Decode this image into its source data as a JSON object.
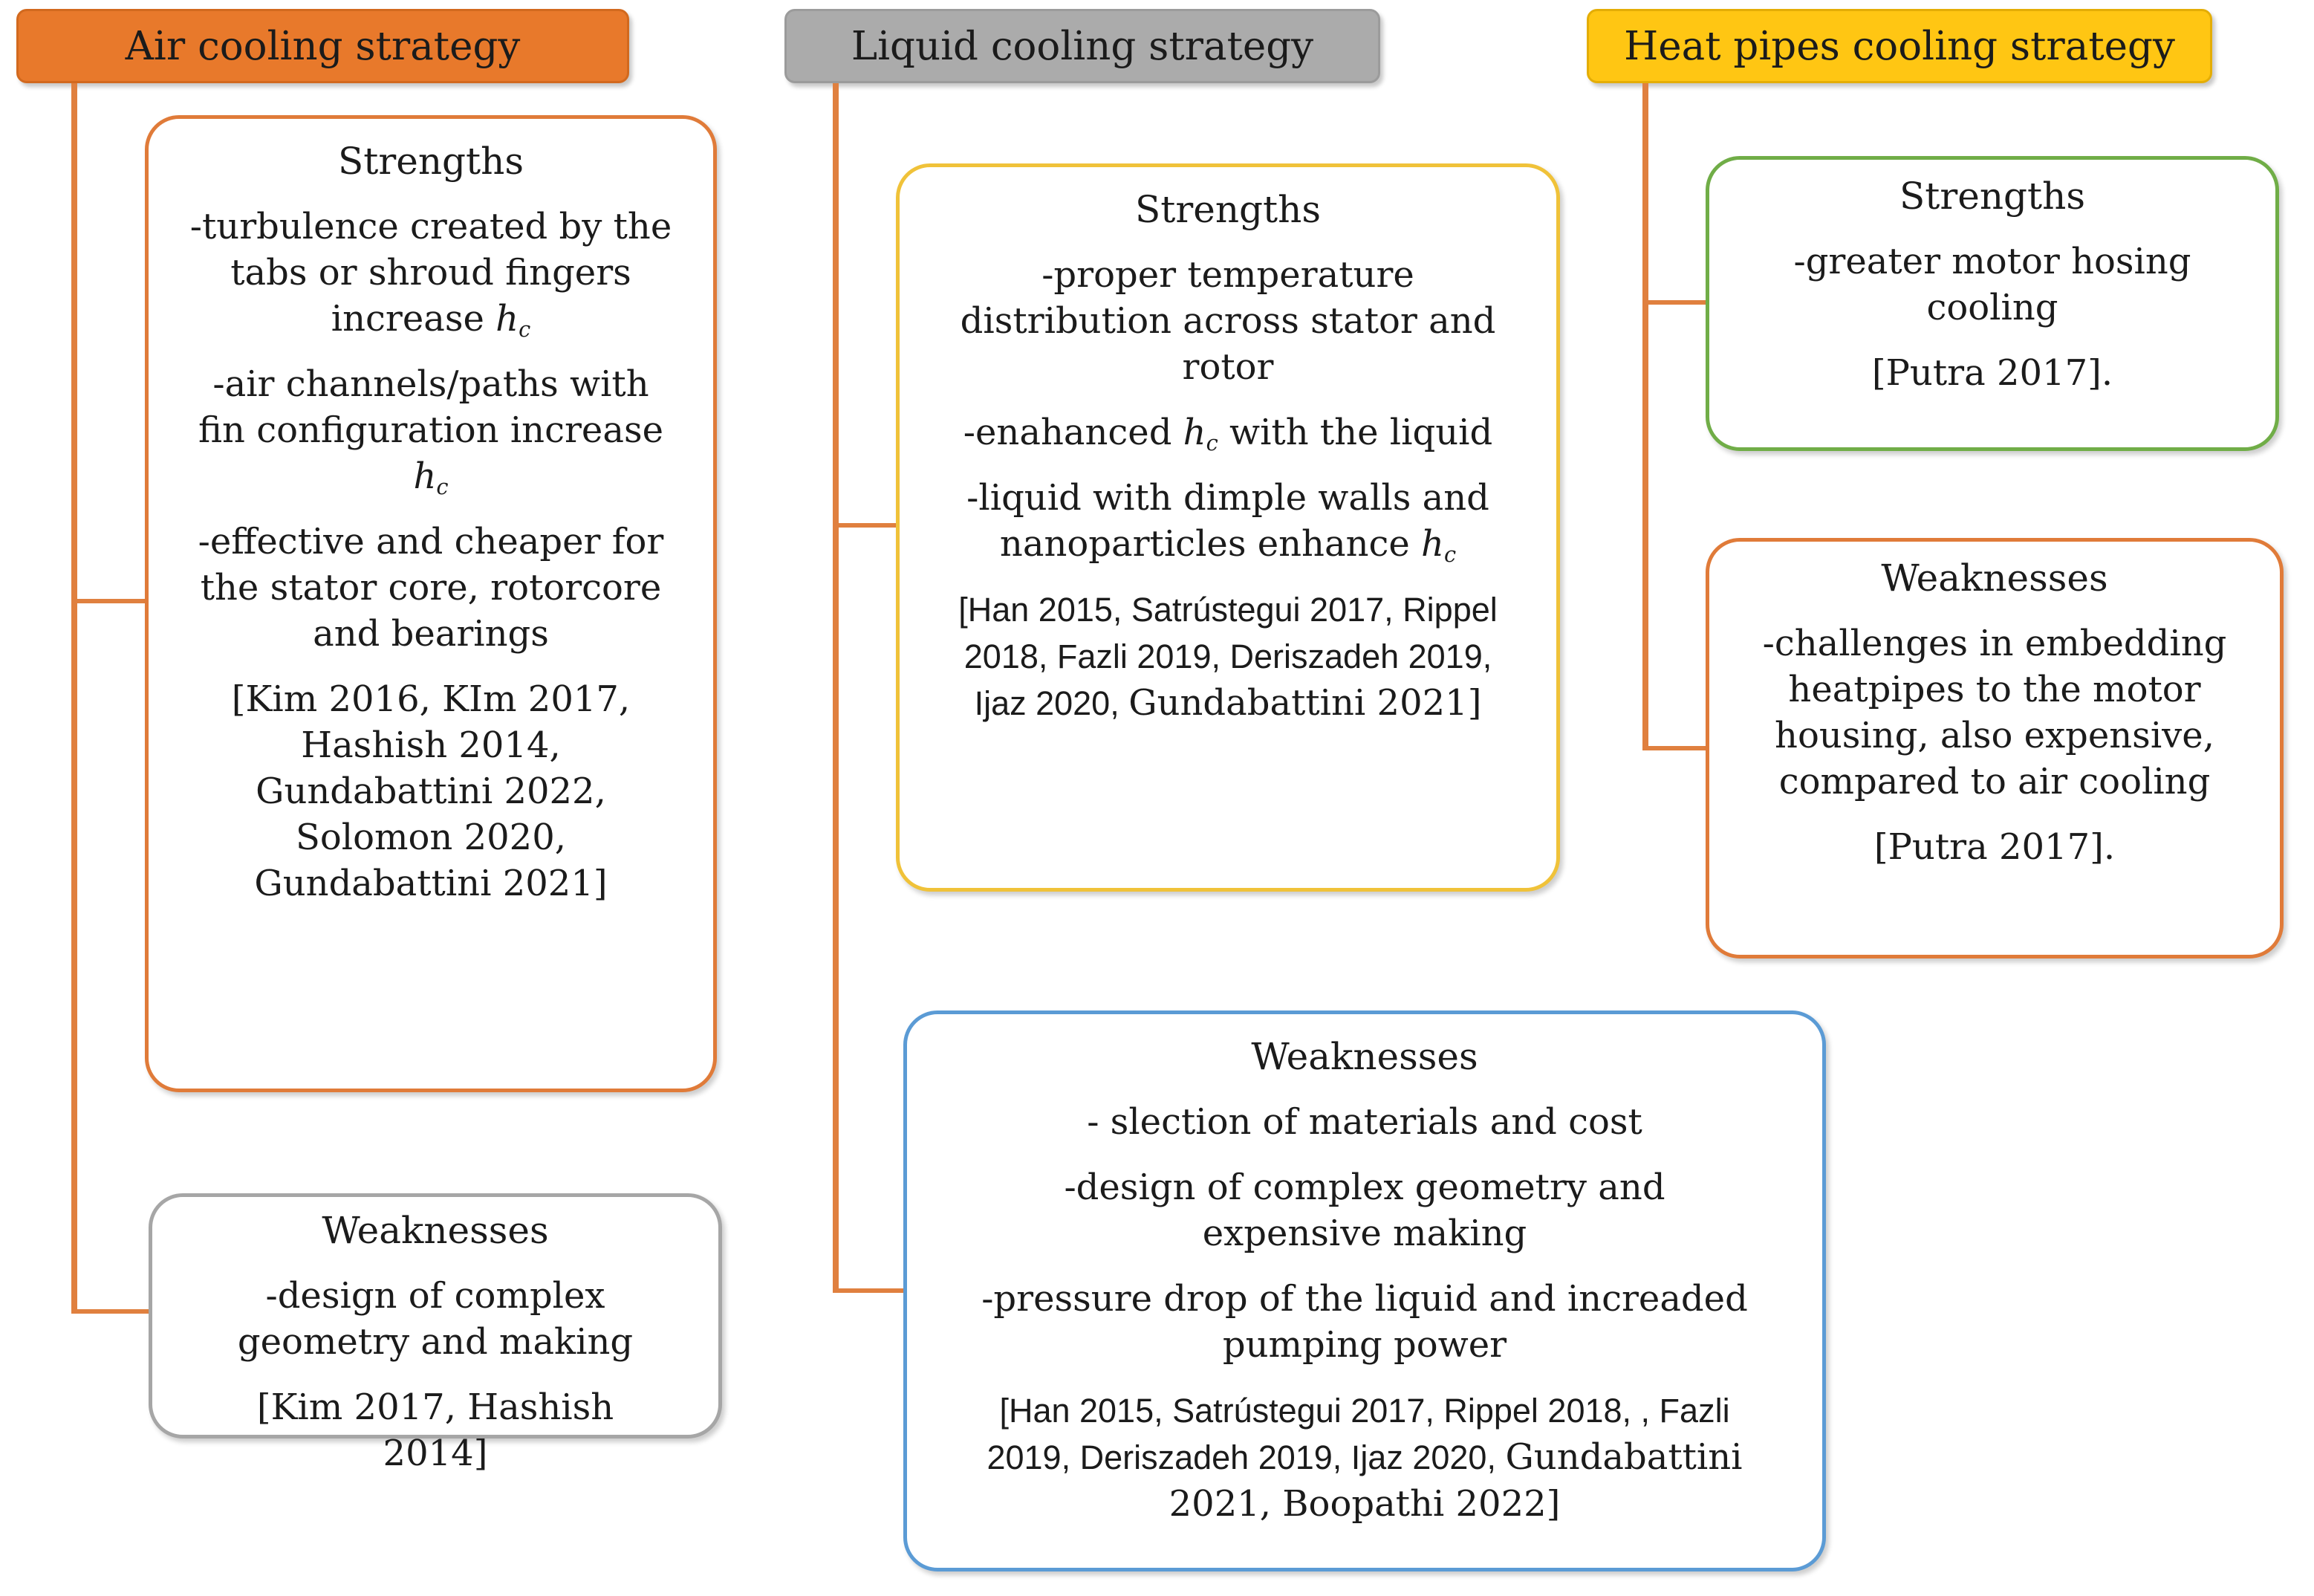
{
  "figure_title": "Cooling strategies comparison diagram",
  "connector_color": "#E0803F",
  "columns": [
    {
      "id": "air",
      "header": {
        "label": "Air cooling strategy",
        "fill": "#E8792B",
        "border": "#D2691E"
      },
      "boxes": [
        {
          "title": "Strengths",
          "border": "#E07B39",
          "paragraphs": [
            [
              {
                "t": "-turbulence created by the tabs or shroud fingers increase "
              },
              {
                "t": "h",
                "cls": "ital"
              },
              {
                "t": "c",
                "cls": "subi"
              }
            ],
            [
              {
                "t": "-air channels/paths with fin configuration increase "
              },
              {
                "t": "h",
                "cls": "ital"
              },
              {
                "t": "c",
                "cls": "subi"
              }
            ],
            [
              {
                "t": "-effective and cheaper for the stator core, rotorcore and bearings"
              }
            ],
            [
              {
                "t": "[Kim 2016, KIm 2017, Hashish 2014, Gundabattini 2022, Solomon 2020, Gundabattini 2021]"
              }
            ]
          ]
        },
        {
          "title": "Weaknesses",
          "border": "#A6A6A6",
          "paragraphs": [
            [
              {
                "t": "-design of complex geometry and making"
              }
            ],
            [
              {
                "t": "[Kim 2017, Hashish 2014]"
              }
            ]
          ]
        }
      ]
    },
    {
      "id": "liquid",
      "header": {
        "label": "Liquid cooling strategy",
        "fill": "#ABABAB",
        "border": "#9B9B9B"
      },
      "boxes": [
        {
          "title": "Strengths",
          "border": "#F0C239",
          "paragraphs": [
            [
              {
                "t": "-proper temperature distribution across stator and rotor"
              }
            ],
            [
              {
                "t": "-enahanced "
              },
              {
                "t": "h",
                "cls": "ital"
              },
              {
                "t": "c",
                "cls": "subi"
              },
              {
                "t": " with the liquid"
              }
            ],
            [
              {
                "t": "-liquid with dimple walls and nanoparticles enhance "
              },
              {
                "t": "h",
                "cls": "ital"
              },
              {
                "t": "c",
                "cls": "subi"
              }
            ],
            [
              {
                "t": "[Han 2015, Satrústegui 2017, Rippel 2018, Fazli 2019, Deriszadeh 2019, Ijaz 2020, ",
                "cls": "sans"
              },
              {
                "t": "Gundabattini 2021]"
              }
            ]
          ]
        },
        {
          "title": "Weaknesses",
          "border": "#5B9BD5",
          "paragraphs": [
            [
              {
                "t": "- slection of materials and cost"
              }
            ],
            [
              {
                "t": "-design of complex geometry and expensive making"
              }
            ],
            [
              {
                "t": "-pressure drop of the liquid and increaded pumping power"
              }
            ],
            [
              {
                "t": "[Han 2015, Satrústegui 2017, Rippel 2018, , Fazli 2019, Deriszadeh 2019, Ijaz 2020, ",
                "cls": "sans"
              },
              {
                "t": "Gundabattini 2021, Boopathi 2022]"
              }
            ]
          ]
        }
      ]
    },
    {
      "id": "heat",
      "header": {
        "label": "Heat pipes cooling strategy",
        "fill": "#FFC613",
        "border": "#E4AD05"
      },
      "boxes": [
        {
          "title": "Strengths",
          "border": "#70AD47",
          "paragraphs": [
            [
              {
                "t": "-greater motor hosing cooling"
              }
            ],
            [
              {
                "t": "[Putra 2017]."
              }
            ]
          ]
        },
        {
          "title": "Weaknesses",
          "border": "#E07B39",
          "paragraphs": [
            [
              {
                "t": "-challenges in embedding heatpipes to the motor housing, also expensive, compared to air cooling"
              }
            ],
            [
              {
                "t": "[Putra 2017]."
              }
            ]
          ]
        }
      ]
    }
  ]
}
